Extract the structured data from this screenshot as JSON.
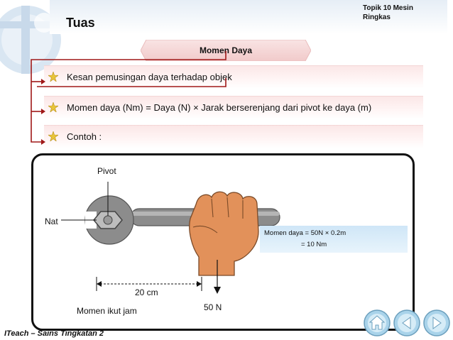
{
  "header": {
    "title": "Tuas",
    "topic": "Topik 10 Mesin Ringkas"
  },
  "section": {
    "title": "Momen Daya"
  },
  "bullets": [
    {
      "text": "Kesan pemusingan daya terhadap objek"
    },
    {
      "text": "Momen daya (Nm) = Daya (N) × Jarak berserenjang dari pivot ke daya (m)"
    },
    {
      "text": "Contoh :"
    }
  ],
  "diagram": {
    "pivot_label": "Pivot",
    "nut_label": "Nat",
    "distance_label": "20 cm",
    "force_label": "50 N",
    "rotation_label": "Momen ikut jam",
    "formula_line1": "Momen daya = 50N × 0.2m",
    "formula_line2": "= 10 Nm"
  },
  "footer": {
    "text": "ITeach – Sains Tingkatan 2"
  },
  "nav": {
    "home_icon": "home-icon",
    "back_icon": "back-arrow-icon",
    "forward_icon": "forward-arrow-icon"
  },
  "colors": {
    "bullet_bg": "#fbe7e7",
    "banner": "#f7dede",
    "formula_bg": "#cfe6f7",
    "hand": "#e2915a",
    "wrench": "#888888",
    "nav_button": "#b5dcef"
  }
}
